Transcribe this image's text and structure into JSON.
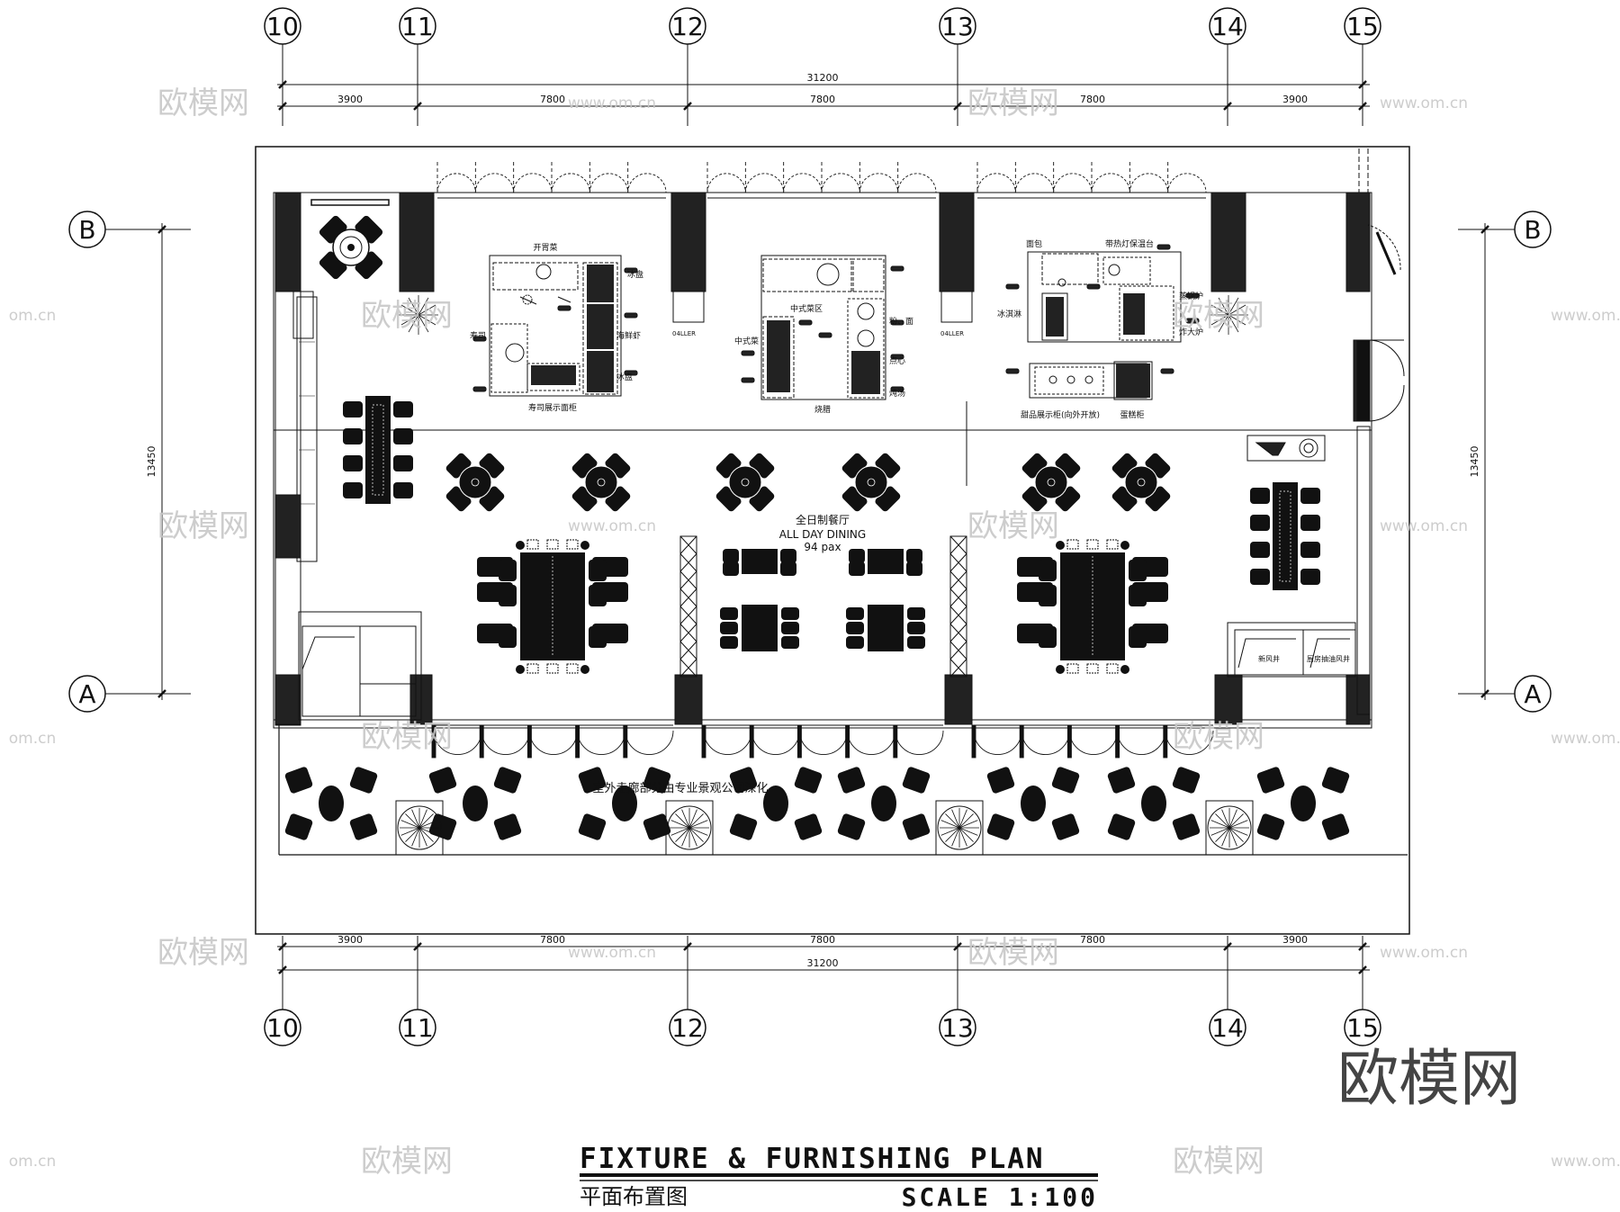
{
  "grid": {
    "columns": [
      "10",
      "11",
      "12",
      "13",
      "14",
      "15"
    ],
    "rows": [
      "B",
      "A"
    ]
  },
  "dimensions": {
    "top_total": "31200",
    "top_segments": [
      "3900",
      "7800",
      "7800",
      "7800",
      "3900"
    ],
    "bottom_total": "31200",
    "bottom_segments": [
      "3900",
      "7800",
      "7800",
      "7800",
      "3900"
    ],
    "left_height": "13450",
    "right_height": "13450"
  },
  "labels": {
    "sushi_counter": "寿司展示面柜",
    "sushi_left": "寿司",
    "ice_top": "冰盘",
    "ice_bottom": "冰盘",
    "seafood": "海鲜虾",
    "open_kitchen": "开胃菜",
    "chinese_zone": "中式菜区",
    "chinese_left": "中式菜",
    "noodle": "粉、面",
    "dimsum": "点心",
    "soup": "炖汤",
    "roast": "烧腊",
    "bakery": "面包",
    "heat_lamp": "带热灯保温台",
    "ice_cream": "冰淇淋",
    "steamer": "蒸锅炉",
    "wok": "炸大炉",
    "dessert_cabinet": "甜品展示柜(向外开放)",
    "cake_cabinet": "蛋糕柜",
    "col_left": "04LLER",
    "col_right": "04LLER",
    "outdoor_note": "室外走廊部分由专业景观公司深化",
    "ac_unit": "新风井",
    "ac_unit2": "厨房抽油风井"
  },
  "dining": {
    "name_cn": "全日制餐厅",
    "name_en": "ALL DAY DINING",
    "pax": "94 pax"
  },
  "watermarks": {
    "brand": "欧模网",
    "site": "www.om.cn",
    "site_short": "om.cn"
  },
  "title": {
    "en": "FIXTURE & FURNISHING PLAN",
    "cn": "平面布置图",
    "scale": "SCALE 1:100"
  }
}
